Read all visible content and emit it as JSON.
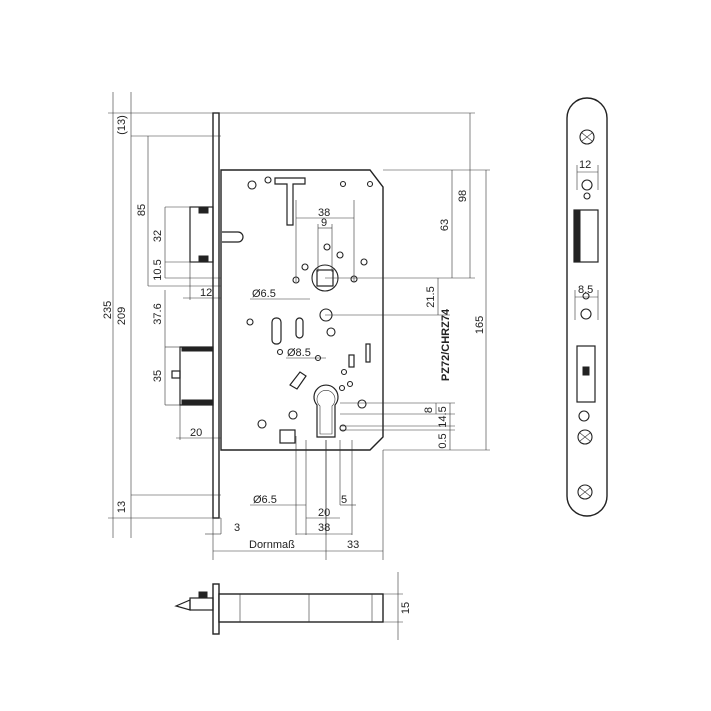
{
  "dimensions": {
    "left_overall": "235",
    "left_209": "209",
    "left_13_top": "(13)",
    "left_13_bottom": "13",
    "left_85": "85",
    "left_32": "32",
    "left_10_5": "10.5",
    "left_12": "12",
    "left_37_6": "37.6",
    "left_35": "35",
    "left_20": "20",
    "top_38": "38",
    "top_9": "9",
    "dia_6_5_top": "Ø6.5",
    "dia_8_5": "Ø8.5",
    "right_98": "98",
    "right_63": "63",
    "right_21_5": "21.5",
    "right_165": "165",
    "cylinder_label": "PZ72/CHRZ74",
    "right_8": "8",
    "right_14_5": "14.5",
    "right_0_5": "0.5",
    "bottom_dia_6_5": "Ø6.5",
    "bottom_5": "5",
    "bottom_20": "20",
    "bottom_38": "38",
    "bottom_3": "3",
    "backset_label": "Dornmaß",
    "bottom_33": "33",
    "faceplate_12": "12",
    "faceplate_8_5": "8.5",
    "side_15": "15"
  }
}
